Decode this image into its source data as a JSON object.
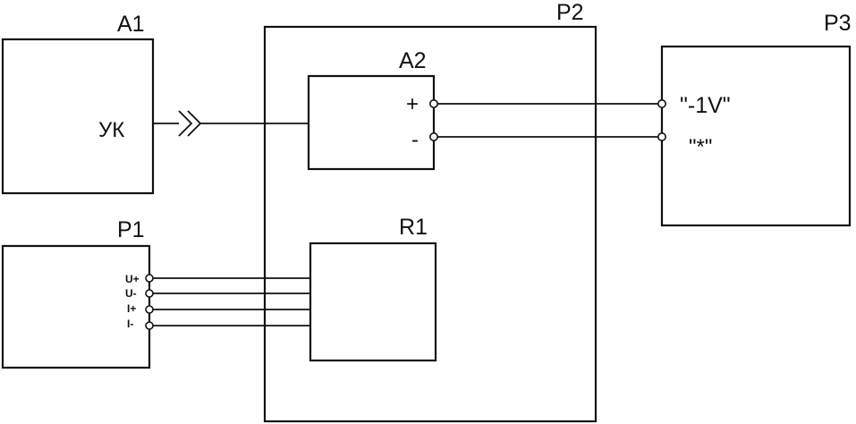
{
  "blocks": {
    "a1": {
      "title": "A1",
      "port_label": "УК"
    },
    "p1": {
      "title": "P1",
      "ports": [
        "U+",
        "U-",
        "I+",
        "I-"
      ]
    },
    "p2": {
      "title": "P2"
    },
    "a2": {
      "title": "A2",
      "plus": "+",
      "minus": "-"
    },
    "r1": {
      "title": "R1"
    },
    "p3": {
      "title": "P3",
      "in1": "\"-1V\"",
      "in2": "\"*\""
    }
  }
}
